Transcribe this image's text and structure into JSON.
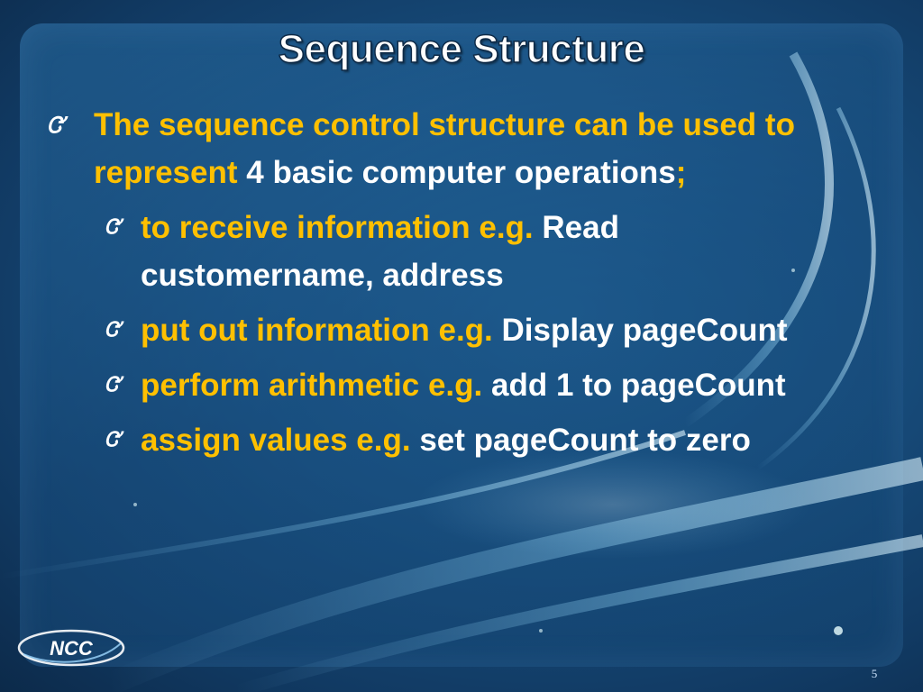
{
  "slide": {
    "title": "Sequence Structure",
    "page_number": "5"
  },
  "bullets": {
    "main": {
      "icon": "swirl-bullet-icon",
      "highlight_text": "The sequence control structure can be used to represent",
      "body_text": " 4 basic computer operations",
      "trailing_text": ";"
    },
    "items": [
      {
        "icon": "swirl-bullet-icon",
        "highlight_text": "to receive information e.g.",
        "body_text": " Read customername, address"
      },
      {
        "icon": "swirl-bullet-icon",
        "highlight_text": "put out information e.g.",
        "body_text": " Display pageCount"
      },
      {
        "icon": "swirl-bullet-icon",
        "highlight_text": "perform arithmetic e.g.",
        "body_text": " add 1 to pageCount"
      },
      {
        "icon": "swirl-bullet-icon",
        "highlight_text": "assign values e.g.",
        "body_text": " set pageCount to zero"
      }
    ]
  },
  "logo": {
    "text": "NCC",
    "icon": "ncc-logo-icon"
  },
  "colors": {
    "highlight": "#ffc000",
    "text": "#ffffff",
    "background": "#184e7e"
  }
}
